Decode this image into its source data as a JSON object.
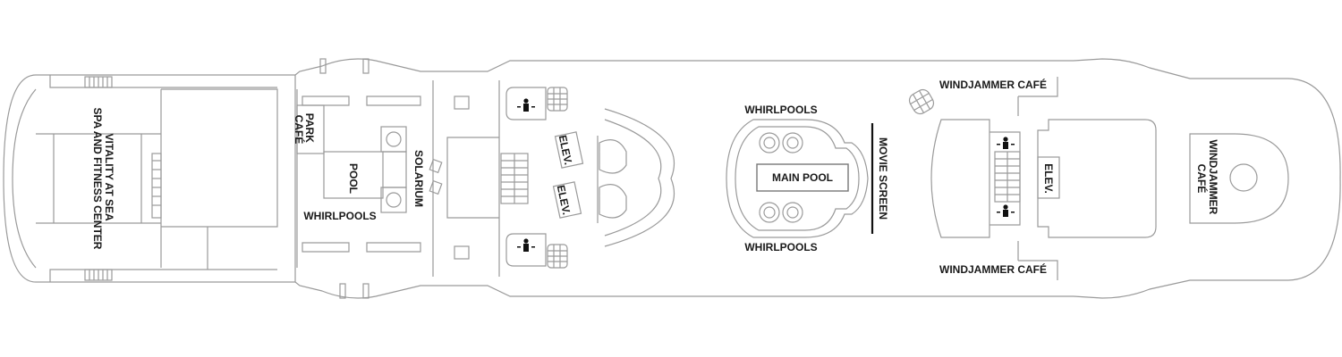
{
  "labels": {
    "spa": [
      "VITALITY AT SEA",
      "SPA AND FITNESS CENTER"
    ],
    "park_cafe": [
      "PARK",
      "CAFÉ"
    ],
    "pool": "POOL",
    "solarium": "SOLARIUM",
    "whirlpools_aft": "WHIRLPOOLS",
    "elev_1": "ELEV.",
    "elev_2": "ELEV.",
    "whirlpools_top": "WHIRLPOOLS",
    "main_pool": "MAIN POOL",
    "whirlpools_bottom": "WHIRLPOOLS",
    "movie_screen": "MOVIE SCREEN",
    "windjammer_top": "WINDJAMMER CAFÉ",
    "windjammer_bottom": "WINDJAMMER CAFÉ",
    "elev_3": "ELEV.",
    "windjammer_fwd": [
      "WINDJAMMER",
      "CAFÉ"
    ]
  },
  "icons": [
    "restroom-icon",
    "stairs-icon",
    "elevator-icon",
    "whirlpool-icon"
  ],
  "colors": {
    "outline": "#9a9a9a",
    "text": "#1a1a1a",
    "screen": "#111111"
  }
}
